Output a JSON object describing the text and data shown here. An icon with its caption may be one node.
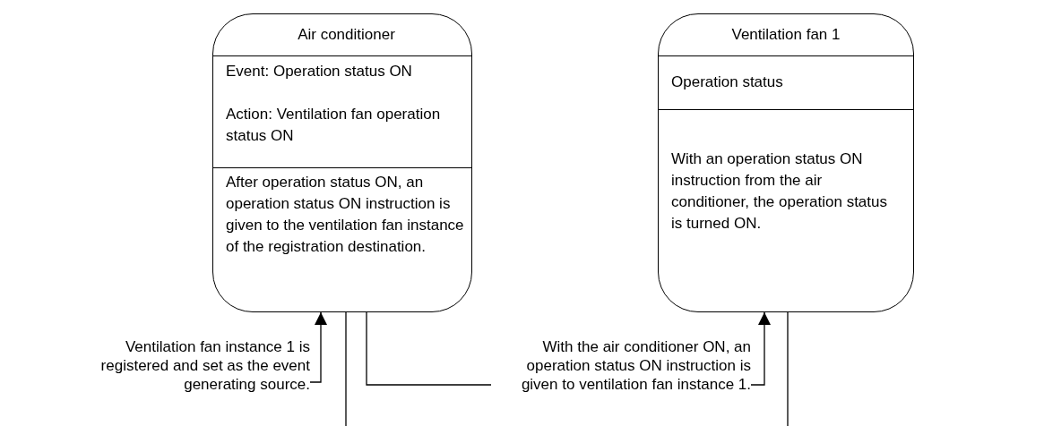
{
  "diagram": {
    "nodes": [
      {
        "text": [
          "Air conditioner",
          "Event: Operation status ON",
          "Action: Ventilation fan operation status ON",
          "After operation status ON, an operation status ON instruction is given to the ventilation fan instance of the registration destination."
        ]
      },
      {
        "text": [
          "Ventilation fan 1",
          "Operation status",
          "With an operation status ON instruction from the air conditioner, the operation status is turned ON."
        ]
      }
    ],
    "edges": [
      {
        "from": null,
        "to": 0,
        "arrow": "to",
        "label": "Ventilation fan instance 1 is registered and set as the event generating source."
      },
      {
        "from": 0,
        "to": 1,
        "arrow": "to",
        "label": "With the air conditioner ON, an operation status ON instruction is given to ventilation fan instance 1."
      },
      {
        "from": 0,
        "to": null,
        "arrow": "none"
      },
      {
        "from": 1,
        "to": null,
        "arrow": "none"
      }
    ]
  }
}
